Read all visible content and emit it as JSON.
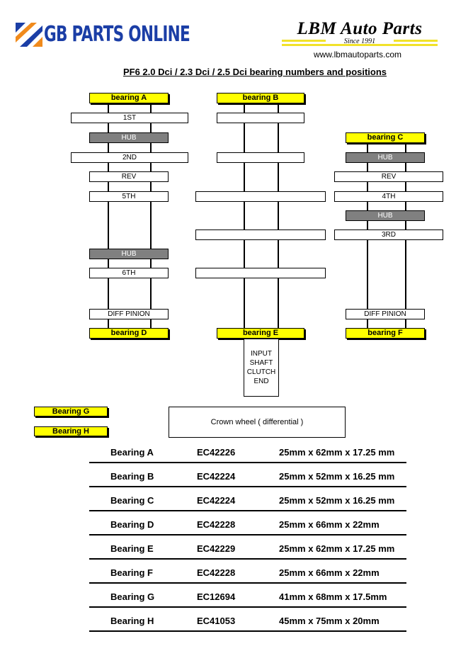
{
  "header": {
    "left_logo_text": "GB PARTS ONLINE",
    "right_logo_text": "LBM Auto Parts",
    "right_logo_since": "Since 1991",
    "website": "www.lbmautoparts.com",
    "title": "PF6 2.0 Dci / 2.3 Dci / 2.5 Dci  bearing numbers and positions"
  },
  "colors": {
    "bearing_label": "#ffff00",
    "hub": "#808080",
    "logo_blue": "#1b3ea6",
    "logo_orange": "#f08a1c",
    "logo_stripe": "#f1e22a"
  },
  "shaft_a": {
    "bearing_top": "bearing A",
    "items": [
      "1ST",
      "HUB",
      "2ND",
      "REV",
      "5TH",
      "HUB",
      "6TH",
      "DIFF PINION"
    ],
    "bearing_bottom": "bearing D"
  },
  "shaft_b": {
    "bearing_top": "bearing B",
    "bearing_bottom": "bearing E",
    "input_label": "INPUT\nSHAFT\nCLUTCH\nEND"
  },
  "shaft_c": {
    "bearing_top": "bearing C",
    "items": [
      "HUB",
      "REV",
      "4TH",
      "HUB",
      "3RD",
      "DIFF PINION"
    ],
    "bearing_bottom": "bearing F"
  },
  "crown": {
    "bearing_g": "Bearing G",
    "bearing_h": "Bearing H",
    "label": "Crown wheel ( differential )"
  },
  "specs": [
    {
      "name": "Bearing A",
      "code": "EC42226",
      "size": "25mm x 62mm x 17.25 mm"
    },
    {
      "name": "Bearing B",
      "code": "EC42224",
      "size": "25mm x 52mm x 16.25 mm"
    },
    {
      "name": "Bearing C",
      "code": "EC42224",
      "size": "25mm x 52mm x 16.25 mm"
    },
    {
      "name": "Bearing D",
      "code": "EC42228",
      "size": "25mm x 66mm x 22mm"
    },
    {
      "name": "Bearing E",
      "code": "EC42229",
      "size": "25mm x 62mm x 17.25 mm"
    },
    {
      "name": "Bearing F",
      "code": "EC42228",
      "size": "25mm x 66mm x 22mm"
    },
    {
      "name": "Bearing G",
      "code": "EC12694",
      "size": "41mm x 68mm x 17.5mm"
    },
    {
      "name": "Bearing H",
      "code": "EC41053",
      "size": "45mm x 75mm x 20mm"
    }
  ]
}
